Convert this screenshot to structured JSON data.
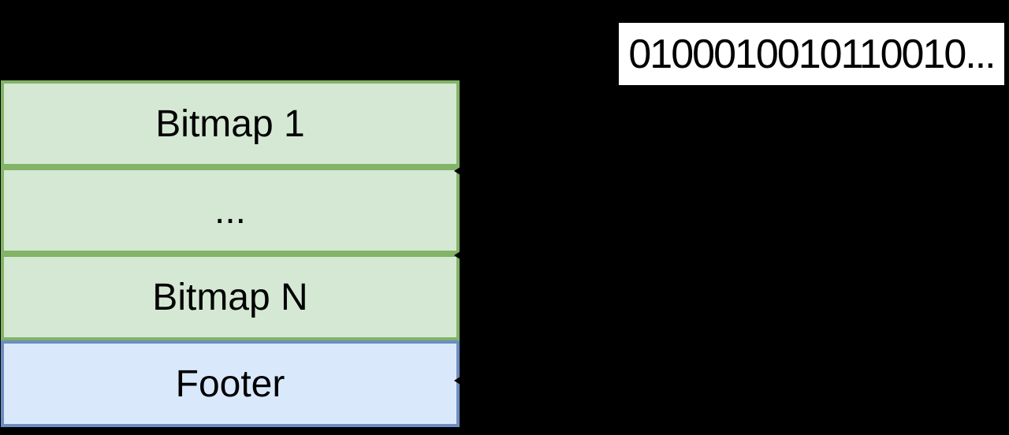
{
  "diagram": {
    "stack": {
      "rows": [
        {
          "label": "Bitmap 1",
          "type": "bitmap"
        },
        {
          "label": "...",
          "type": "bitmap"
        },
        {
          "label": "Bitmap N",
          "type": "bitmap"
        },
        {
          "label": "Footer",
          "type": "footer"
        }
      ]
    },
    "bitstring": {
      "text": "0100010010110010..."
    },
    "icons": [
      {
        "name": "arrow-left-tip-icon",
        "count": 3
      }
    ],
    "colors": {
      "canvas_bg": "#000000",
      "bitmap_fill": "#d5e8d4",
      "bitmap_stroke": "#82b366",
      "footer_fill": "#dae8fc",
      "footer_stroke": "#6c8ebf",
      "bitstring_fill": "#ffffff",
      "text": "#000000",
      "arrow": "#000000"
    }
  }
}
